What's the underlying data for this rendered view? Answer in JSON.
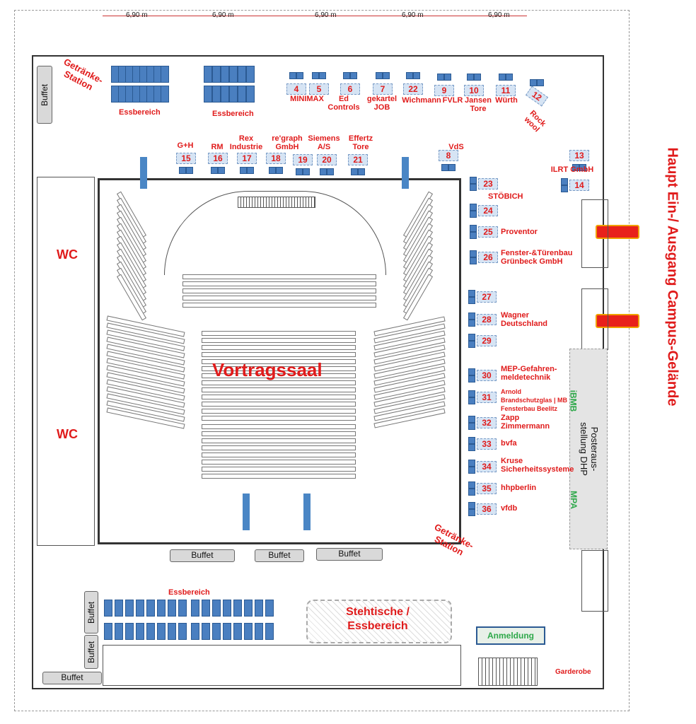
{
  "dimensions": [
    "6,90 m",
    "6,90 m",
    "6,90 m",
    "6,90 m",
    "6,90 m"
  ],
  "areas": {
    "hall": "Vortragssaal",
    "wc_top": "WC",
    "wc_bottom": "WC",
    "drinks_top": "Getränke-\nStation",
    "drinks_bottom": "Getränke-\nStation",
    "eating_1": "Essbereich",
    "eating_2": "Essbereich",
    "eating_3": "Essbereich",
    "standing": "Stehtische /\nEssbereich",
    "registration": "Anmeldung",
    "cloakroom": "Garderobe",
    "poster": "Posteraus-\nstellung DHP",
    "ibmb": "iBMB",
    "mpa": "MPA",
    "main_entrance": "Haupt Ein-/ Ausgang Campus-Gelände"
  },
  "buffets": [
    "Buffet",
    "Buffet",
    "Buffet",
    "Buffet",
    "Buffet",
    "Buffet",
    "Buffet"
  ],
  "booths": [
    {
      "num": "4",
      "name": ""
    },
    {
      "num": "5",
      "name": "MINIMAX"
    },
    {
      "num": "6",
      "name": "Ed\nControls"
    },
    {
      "num": "7",
      "name": "gekartel\nJOB"
    },
    {
      "num": "22",
      "name": "Wichmann"
    },
    {
      "num": "9",
      "name": "FVLR"
    },
    {
      "num": "10",
      "name": "Jansen\nTore"
    },
    {
      "num": "11",
      "name": "Würth"
    },
    {
      "num": "12",
      "name": "Rock\nwool"
    },
    {
      "num": "15",
      "name": "G+H"
    },
    {
      "num": "16",
      "name": "RM"
    },
    {
      "num": "17",
      "name": "Rex\nIndustrie"
    },
    {
      "num": "18",
      "name": "re'graph\nGmbH"
    },
    {
      "num": "19",
      "name": ""
    },
    {
      "num": "20",
      "name": "Siemens\nA/S"
    },
    {
      "num": "21",
      "name": "Effertz\nTore"
    },
    {
      "num": "8",
      "name": "VdS"
    },
    {
      "num": "13",
      "name": "ILRT GmbH"
    },
    {
      "num": "14",
      "name": ""
    },
    {
      "num": "23",
      "name": "STÖBICH"
    },
    {
      "num": "24",
      "name": ""
    },
    {
      "num": "25",
      "name": "Proventor"
    },
    {
      "num": "26",
      "name": "Fenster-&Türenbau\nGrünbeck GmbH"
    },
    {
      "num": "27",
      "name": ""
    },
    {
      "num": "28",
      "name": "Wagner\nDeutschland"
    },
    {
      "num": "29",
      "name": ""
    },
    {
      "num": "30",
      "name": "MEP-Gefahren-\nmeldetechnik"
    },
    {
      "num": "31",
      "name": "Arnold\nBrandschutzglas | MB\nFensterbau Beelitz"
    },
    {
      "num": "32",
      "name": "Zapp\nZimmermann"
    },
    {
      "num": "33",
      "name": "bvfa"
    },
    {
      "num": "34",
      "name": "Kruse\nSicherheitssysteme"
    },
    {
      "num": "35",
      "name": "hhpberlin"
    },
    {
      "num": "36",
      "name": "vfdb"
    }
  ],
  "colors": {
    "label": "#e01b1b",
    "table": "#4a7fc0",
    "green": "#2ea84a"
  }
}
